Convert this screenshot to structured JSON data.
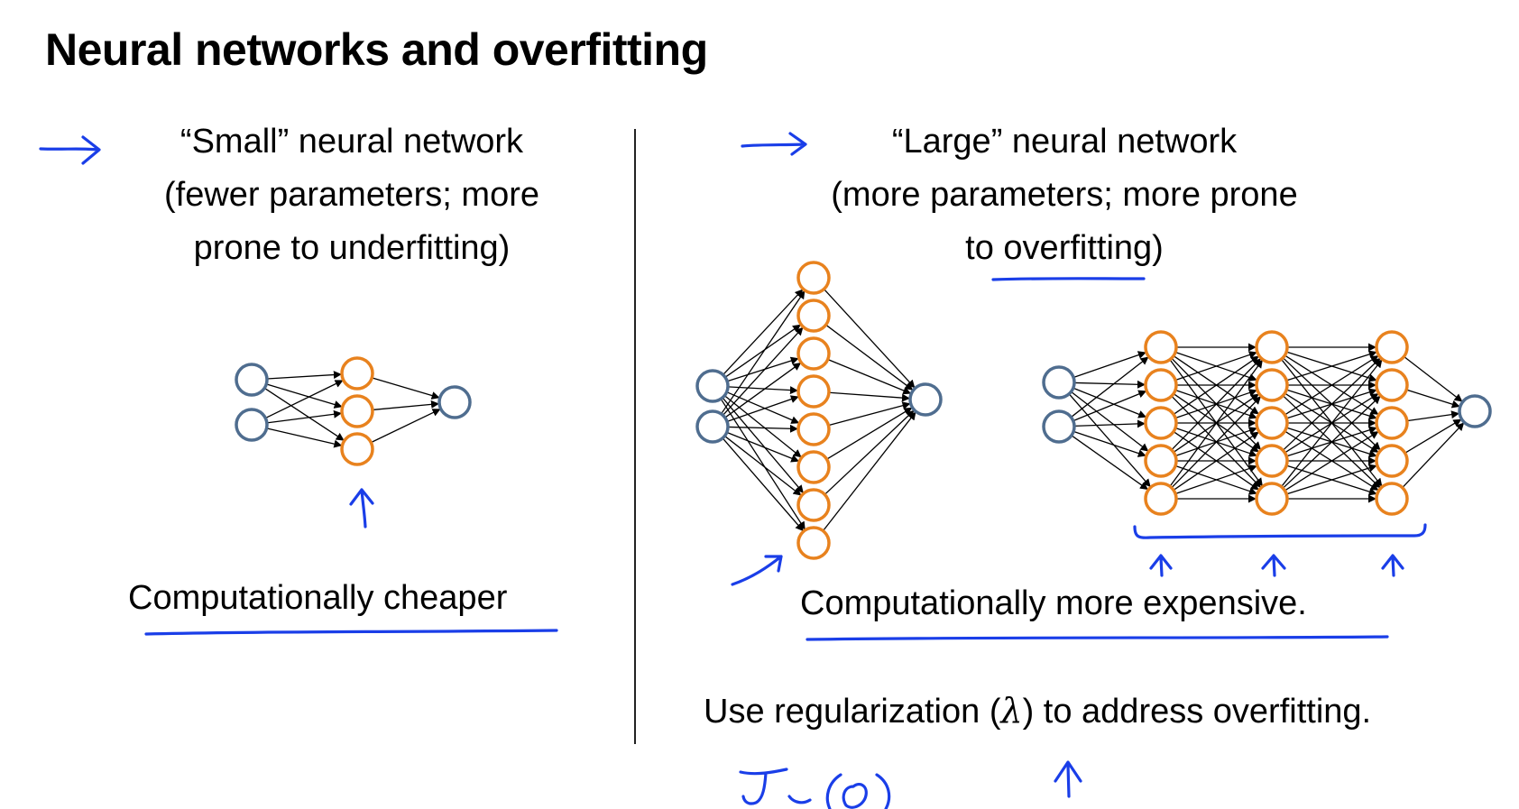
{
  "title": "Neural networks and overfitting",
  "left": {
    "heading_lines": [
      "“Small” neural network",
      "(fewer parameters; more",
      "prone to underfitting)"
    ],
    "caption": "Computationally cheaper"
  },
  "right": {
    "heading_line1": "“Large” neural network",
    "heading_line2": "(more parameters; more prone",
    "heading_line3_prefix": "to ",
    "heading_line3_word": "overfitting",
    "heading_line3_suffix": ")",
    "caption": "Computationally more expensive.",
    "regularization_prefix": "Use regularization (",
    "regularization_symbol": "λ",
    "regularization_suffix": ") to address overfitting."
  },
  "annotation_text": "J_cv(Θ)",
  "colors": {
    "input_node": "#4f6d8f",
    "hidden_node": "#e8821e",
    "ink": "#1a3ee8",
    "line": "#000000"
  }
}
